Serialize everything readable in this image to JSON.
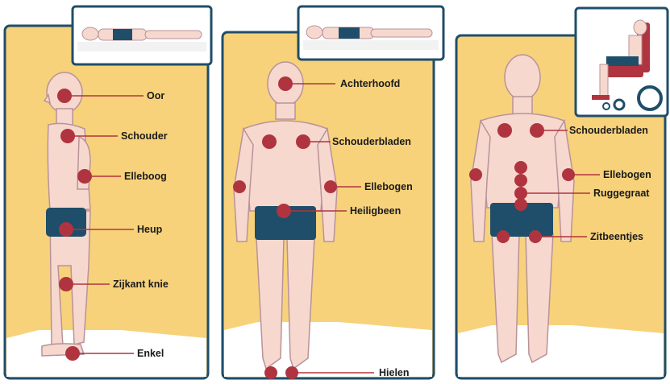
{
  "colors": {
    "panel": "#f7d27a",
    "panel_border": "#1f4e6a",
    "skin": "#f6d8cf",
    "skin_outline": "#b9929a",
    "shorts": "#1f4e6a",
    "marker": "#b0343f",
    "leader": "#b0343f",
    "floor": "#ffffff"
  },
  "panels": [
    {
      "view": "side",
      "inset": "lying-on-back-icon",
      "labels": [
        "Oor",
        "Schouder",
        "Elleboog",
        "Heup",
        "Zijkant knie",
        "Enkel"
      ]
    },
    {
      "view": "back",
      "inset": "lying-on-stomach-icon",
      "labels": [
        "Achterhoofd",
        "Schouderbladen",
        "Ellebogen",
        "Heiligbeen",
        "Hielen"
      ]
    },
    {
      "view": "back",
      "inset": "wheelchair-icon",
      "labels": [
        "Schouderbladen",
        "Ellebogen",
        "Ruggegraat",
        "Zitbeentjes"
      ]
    }
  ]
}
